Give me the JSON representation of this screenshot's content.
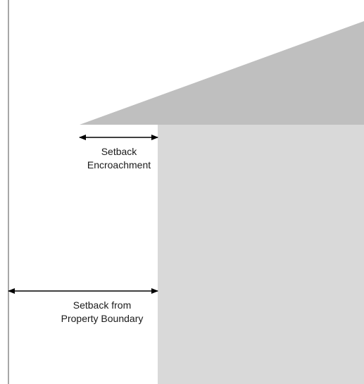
{
  "diagram": {
    "colors": {
      "roof": "#bfbfbf",
      "wall": "#d9d9d9",
      "boundary_line": "#8c8c8c",
      "arrow": "#000000",
      "background": "#ffffff"
    },
    "labels": {
      "encroachment": [
        "Setback",
        "Encroachment"
      ],
      "property_boundary": [
        "Setback from",
        "Property Boundary"
      ]
    }
  }
}
